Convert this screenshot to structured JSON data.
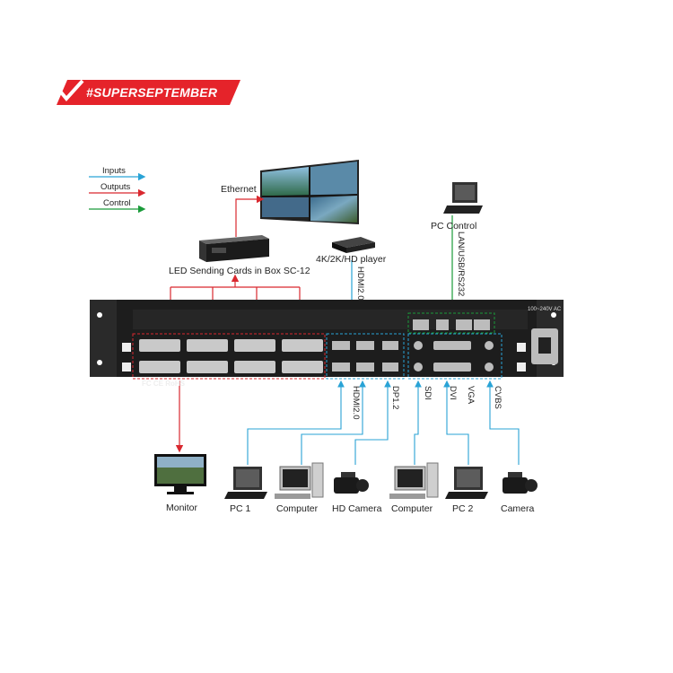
{
  "badge": {
    "text": "#SUPERSEPTEMBER"
  },
  "legend": {
    "inputs": "Inputs",
    "outputs": "Outputs",
    "control": "Control"
  },
  "top_labels": {
    "ethernet": "Ethernet",
    "sending_cards": "LED Sending Cards in Box SC-12",
    "player": "4K/2K/HD player",
    "pc_control": "PC Control",
    "hdmi_in": "HDMI2.0",
    "lan": "LAN/USB/RS232"
  },
  "port_labels": {
    "hdmi": "HDMI2.0",
    "dp": "DP1.2",
    "sdi": "SDI",
    "dvi": "DVI",
    "vga": "VGA",
    "cvbs": "CVBS"
  },
  "device_marks": {
    "power": "100~240V AC",
    "cert": "FC CE RoHS"
  },
  "bottom_labels": {
    "monitor": "Monitor",
    "pc1": "PC 1",
    "computer1": "Computer",
    "hd_camera": "HD Camera",
    "computer2": "Computer",
    "pc2": "PC 2",
    "camera": "Camera"
  },
  "colors": {
    "inputs": "#29a3d6",
    "outputs": "#d9282f",
    "control": "#1a9b3a",
    "badge": "#e5232a"
  }
}
